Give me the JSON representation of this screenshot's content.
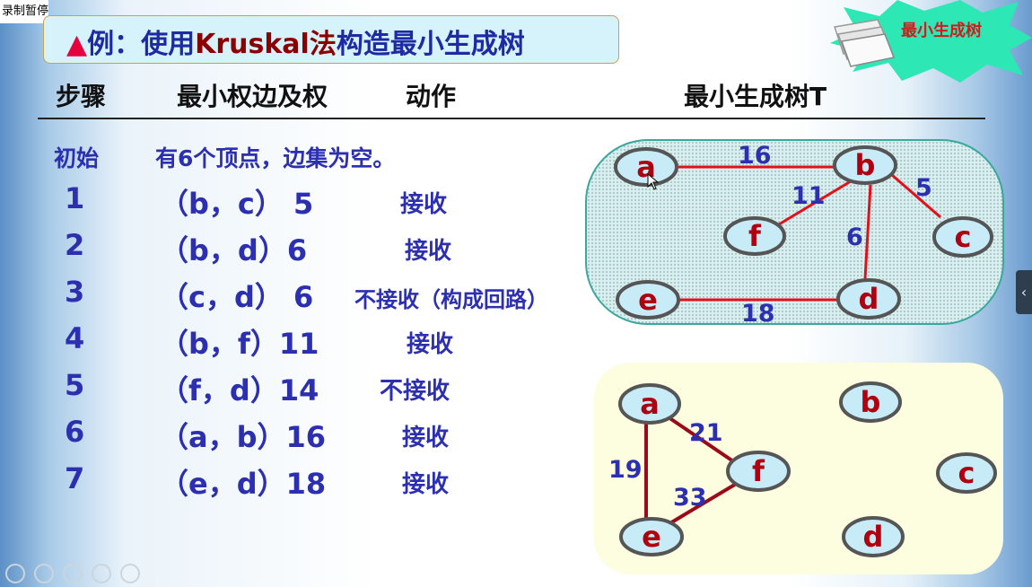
{
  "recording_label": "录制暂停",
  "title": {
    "marker": "▲",
    "prefix": "例：使用",
    "keyword": "Kruskal法",
    "suffix": "构造最小生成树"
  },
  "badge": "最小生成树",
  "headers": {
    "step": "步骤",
    "edge": "最小权边及权",
    "action": "动作",
    "tree": "最小生成树T"
  },
  "init_row": {
    "step": "初始",
    "desc": "有6个顶点，边集为空。"
  },
  "rows": [
    {
      "step": "1",
      "edge": "（b，c） 5",
      "action": "接收"
    },
    {
      "step": "2",
      "edge": "（b，d）6",
      "action": "接收"
    },
    {
      "step": "3",
      "edge": "（c，d） 6",
      "action": "不接收（构成回路）"
    },
    {
      "step": "4",
      "edge": "（b，f）11",
      "action": "接收"
    },
    {
      "step": "5",
      "edge": "（f，d）14",
      "action": "不接收"
    },
    {
      "step": "6",
      "edge": "（a，b）16",
      "action": "接收"
    },
    {
      "step": "7",
      "edge": "（e，d）18",
      "action": "接收"
    }
  ],
  "tree_graph": {
    "nodes": [
      "a",
      "b",
      "c",
      "d",
      "e",
      "f"
    ],
    "edges": [
      {
        "from": "a",
        "to": "b",
        "weight": "16"
      },
      {
        "from": "b",
        "to": "c",
        "weight": "5"
      },
      {
        "from": "b",
        "to": "f",
        "weight": "11"
      },
      {
        "from": "b",
        "to": "d",
        "weight": "6"
      },
      {
        "from": "e",
        "to": "d",
        "weight": "18"
      }
    ]
  },
  "remaining_graph": {
    "nodes": [
      "a",
      "b",
      "c",
      "d",
      "e",
      "f"
    ],
    "edges": [
      {
        "from": "a",
        "to": "f",
        "weight": "21"
      },
      {
        "from": "a",
        "to": "e",
        "weight": "19"
      },
      {
        "from": "e",
        "to": "f",
        "weight": "33"
      }
    ]
  },
  "side_tab_icon": "chevron-left-icon",
  "colors": {
    "title_blue": "#1e2aa2",
    "keyword_red": "#8b0000",
    "edge_red": "#e3101a",
    "node_fill": "#c7ecf8"
  }
}
